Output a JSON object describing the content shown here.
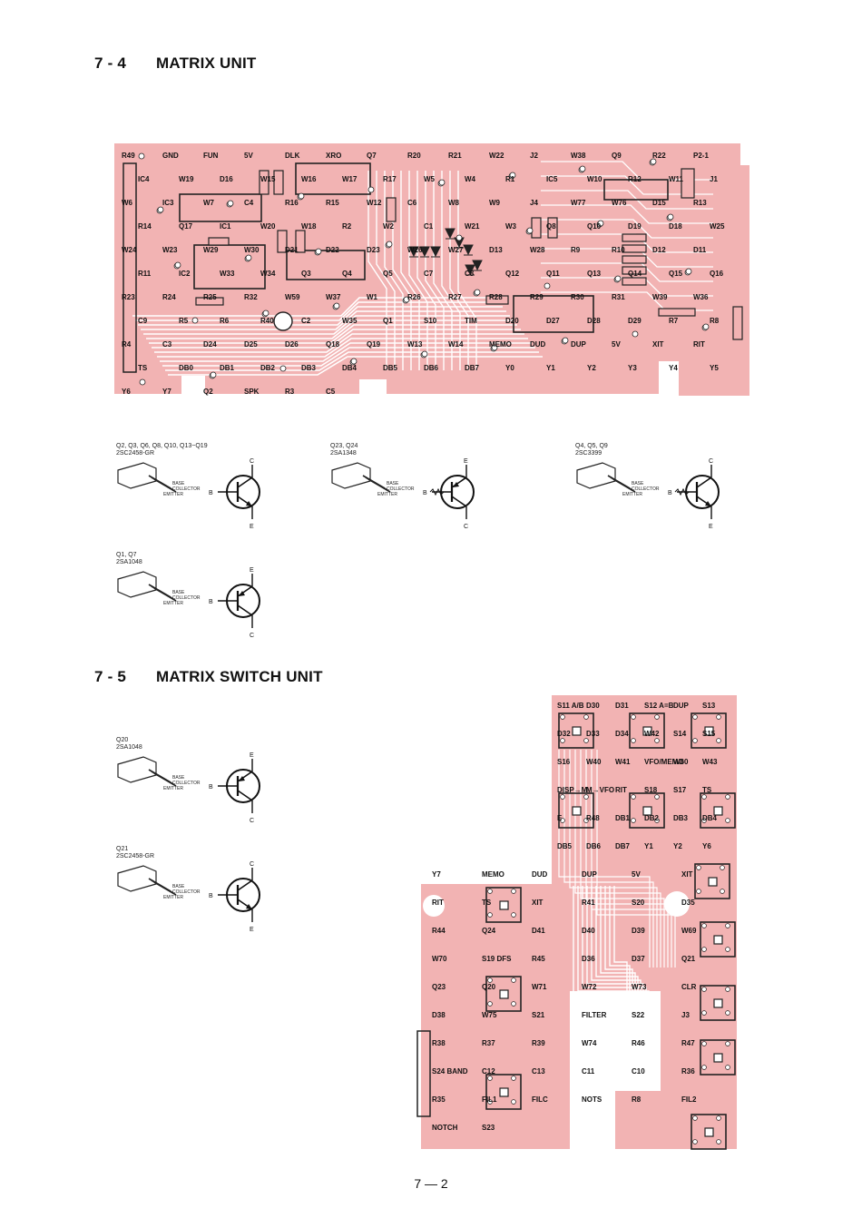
{
  "headings": {
    "matrix_unit": {
      "number": "7 - 4",
      "title": "MATRIX UNIT"
    },
    "matrix_switch_unit": {
      "number": "7 - 5",
      "title": "MATRIX SWITCH UNIT"
    }
  },
  "pcb_color": "#f2b3b3",
  "trace_color": "#ffffff",
  "matrix_unit_labels": [
    "R49",
    "GND",
    "FUN",
    "5V",
    "DLK",
    "XRO",
    "Q7",
    "R20",
    "R21",
    "W22",
    "J2",
    "W38",
    "Q9",
    "R22",
    "P2-1",
    "IC4",
    "W19",
    "D16",
    "W15",
    "W16",
    "W17",
    "R17",
    "W5",
    "W4",
    "R1",
    "IC5",
    "W10",
    "R12",
    "W11",
    "J1",
    "W6",
    "IC3",
    "W7",
    "C4",
    "R16",
    "R15",
    "W12",
    "C6",
    "W8",
    "W9",
    "J4",
    "W77",
    "W76",
    "D15",
    "R13",
    "R14",
    "Q17",
    "IC1",
    "W20",
    "W18",
    "R2",
    "W2",
    "C1",
    "W21",
    "W3",
    "Q8",
    "Q10",
    "D19",
    "D18",
    "W25",
    "W24",
    "W23",
    "W29",
    "W30",
    "D21",
    "D22",
    "D23",
    "W26",
    "W27",
    "D13",
    "W28",
    "R9",
    "R10",
    "D12",
    "D11",
    "R11",
    "IC2",
    "W33",
    "W34",
    "Q3",
    "Q4",
    "Q5",
    "C7",
    "C8",
    "Q12",
    "Q11",
    "Q13",
    "Q14",
    "Q15",
    "Q16",
    "R23",
    "R24",
    "R25",
    "R32",
    "W59",
    "W37",
    "W1",
    "R26",
    "R27",
    "R28",
    "R29",
    "R30",
    "R31",
    "W39",
    "W36",
    "C9",
    "R5",
    "R6",
    "R40",
    "C2",
    "W35",
    "Q1",
    "S10",
    "TIM",
    "D20",
    "D27",
    "D28",
    "D29",
    "R7",
    "R8",
    "R4",
    "C3",
    "D24",
    "D25",
    "D26",
    "Q18",
    "Q19",
    "W13",
    "W14",
    "MEMO",
    "DUD",
    "DUP",
    "5V",
    "XIT",
    "RIT",
    "TS",
    "DB0",
    "DB1",
    "DB2",
    "DB3",
    "DB4",
    "DB5",
    "DB6",
    "DB7",
    "Y0",
    "Y1",
    "Y2",
    "Y3",
    "Y4",
    "Y5",
    "Y6",
    "Y7",
    "Q2",
    "SPK",
    "R3",
    "C5"
  ],
  "transistors": [
    {
      "parts": "Q2, Q3, Q6, Q8, Q10, Q13~Q19",
      "type": "2SC2458-GR",
      "polarity": "npn"
    },
    {
      "parts": "Q23, Q24",
      "type": "2SA1348",
      "polarity": "pnp-res"
    },
    {
      "parts": "Q4, Q5, Q9",
      "type": "2SC3399",
      "polarity": "npn-res"
    },
    {
      "parts": "Q1, Q7",
      "type": "2SA1048",
      "polarity": "pnp"
    },
    {
      "parts": "Q20",
      "type": "2SA1048",
      "polarity": "pnp"
    },
    {
      "parts": "Q21",
      "type": "2SC2458-GR",
      "polarity": "npn"
    }
  ],
  "pin_labels": {
    "base": "BASE",
    "collector": "COLLECTOR",
    "emitter": "EMITTER",
    "b": "B",
    "c": "C",
    "e": "E"
  },
  "switch_unit_labels": [
    "S11 A/B",
    "D30",
    "D31",
    "S12 A=B",
    "DUP",
    "S13",
    "D32",
    "D33",
    "D34",
    "W42",
    "S14",
    "S15",
    "S16",
    "W40",
    "W41",
    "VFO/MEMO",
    "W60",
    "W43",
    "DISP→M",
    "M→VFO",
    "RIT",
    "S18",
    "S17",
    "TS",
    "E",
    "R48",
    "DB1",
    "DB2",
    "DB3",
    "DB4",
    "DB5",
    "DB6",
    "DB7",
    "Y1",
    "Y2",
    "Y6",
    "Y7",
    "MEMO",
    "DUD",
    "DUP",
    "5V",
    "XIT",
    "RIT",
    "TS",
    "XIT",
    "R41",
    "S20",
    "D35",
    "R44",
    "Q24",
    "D41",
    "D40",
    "D39",
    "W69",
    "W70",
    "S19 DFS",
    "R45",
    "D36",
    "D37",
    "Q21",
    "Q23",
    "Q20",
    "W71",
    "W72",
    "W73",
    "CLR",
    "D38",
    "W75",
    "S21",
    "FILTER",
    "S22",
    "J3",
    "R38",
    "R37",
    "R39",
    "W74",
    "R46",
    "R47",
    "S24 BAND",
    "C12",
    "C13",
    "C11",
    "C10",
    "R36",
    "R35",
    "FIL1",
    "FILC",
    "NOTS",
    "R8",
    "FIL2",
    "NOTCH",
    "S23"
  ],
  "page_number": "7 — 2"
}
